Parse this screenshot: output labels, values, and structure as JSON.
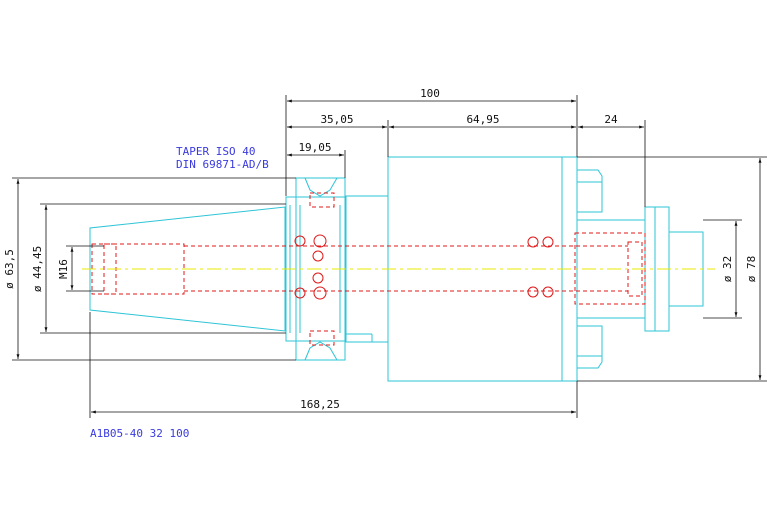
{
  "notes": {
    "taper_line1": "TAPER ISO 40",
    "taper_line2": "DIN 69871-AD/B",
    "part_code": "A1B05-40 32 100"
  },
  "dimensions": {
    "total_length": "100",
    "seg_a": "35,05",
    "seg_b": "64,95",
    "seg_c": "24",
    "flange": "19,05",
    "overall": "168,25",
    "dia_63": "ø 63,5",
    "dia_44": "ø 44,45",
    "thread": "M16",
    "dia_32": "ø 32",
    "dia_78": "ø 78"
  },
  "colors": {
    "outline": "#2ec4d6",
    "hidden": "#e01818",
    "centerline": "#e8e800",
    "dimension": "#111111",
    "note": "#3a3adf"
  }
}
